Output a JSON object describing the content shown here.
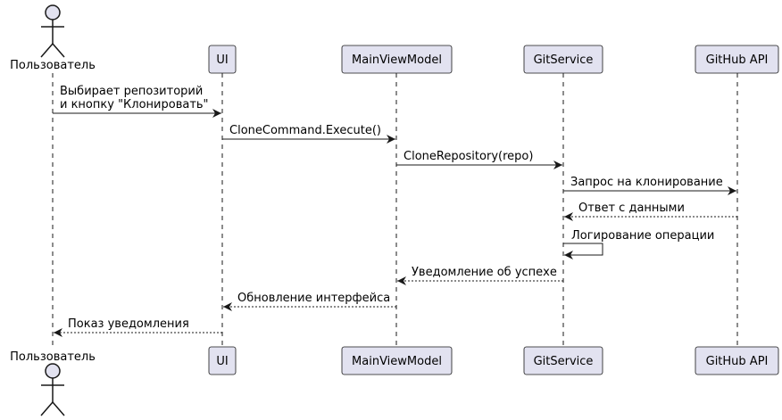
{
  "colors": {
    "participant_fill": "#E2E2F0",
    "participant_border": "#181818",
    "lifeline": "#181818",
    "arrow": "#181818",
    "background": "#FFFFFF"
  },
  "participants": [
    {
      "id": "user",
      "label": "Пользователь",
      "kind": "actor"
    },
    {
      "id": "ui",
      "label": "UI",
      "kind": "participant"
    },
    {
      "id": "vm",
      "label": "MainViewModel",
      "kind": "participant"
    },
    {
      "id": "git",
      "label": "GitService",
      "kind": "participant"
    },
    {
      "id": "api",
      "label": "GitHub API",
      "kind": "participant"
    }
  ],
  "messages": [
    {
      "from": "user",
      "to": "ui",
      "style": "solid",
      "lines": [
        "Выбирает репозиторий",
        "и кнопку \"Клонировать\""
      ]
    },
    {
      "from": "ui",
      "to": "vm",
      "style": "solid",
      "lines": [
        "CloneCommand.Execute()"
      ]
    },
    {
      "from": "vm",
      "to": "git",
      "style": "solid",
      "lines": [
        "CloneRepository(repo)"
      ]
    },
    {
      "from": "git",
      "to": "api",
      "style": "solid",
      "lines": [
        "Запрос на клонирование"
      ]
    },
    {
      "from": "api",
      "to": "git",
      "style": "dashed",
      "lines": [
        "Ответ с данными"
      ]
    },
    {
      "from": "git",
      "to": "git",
      "style": "solid",
      "lines": [
        "Логирование операции"
      ]
    },
    {
      "from": "git",
      "to": "vm",
      "style": "dashed",
      "lines": [
        "Уведомление об успехе"
      ]
    },
    {
      "from": "vm",
      "to": "ui",
      "style": "dashed",
      "lines": [
        "Обновление интерфейса"
      ]
    },
    {
      "from": "ui",
      "to": "user",
      "style": "dashed",
      "lines": [
        "Показ уведомления"
      ]
    }
  ]
}
